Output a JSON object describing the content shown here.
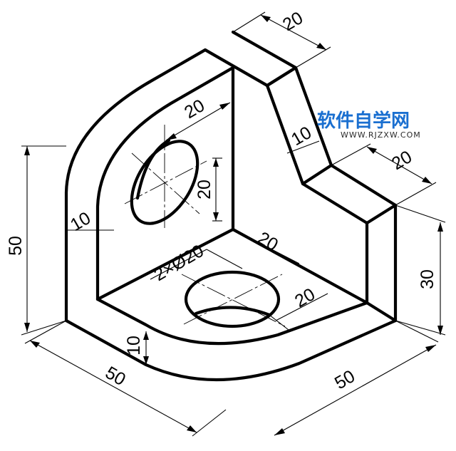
{
  "diagram": {
    "dimensions": {
      "top_depth": "20",
      "back_wall_width": "20",
      "back_wall_thickness": "10",
      "side_step_depth": "20",
      "hole_height": "20",
      "base_hole_offset_a": "20",
      "hole_spec": "2×Ø20",
      "base_hole_offset_b": "20",
      "overall_height": "50",
      "wall_thickness": "10",
      "right_height": "30",
      "base_thickness": "10",
      "base_length_left": "50",
      "base_length_right": "50"
    },
    "watermark": {
      "title": "软件自学网",
      "url": "WWW.RJZXW.COM",
      "title_color": "#1a6fd0",
      "url_color": "#2a2a2a"
    },
    "line_color": "#000000",
    "background": "#ffffff"
  }
}
